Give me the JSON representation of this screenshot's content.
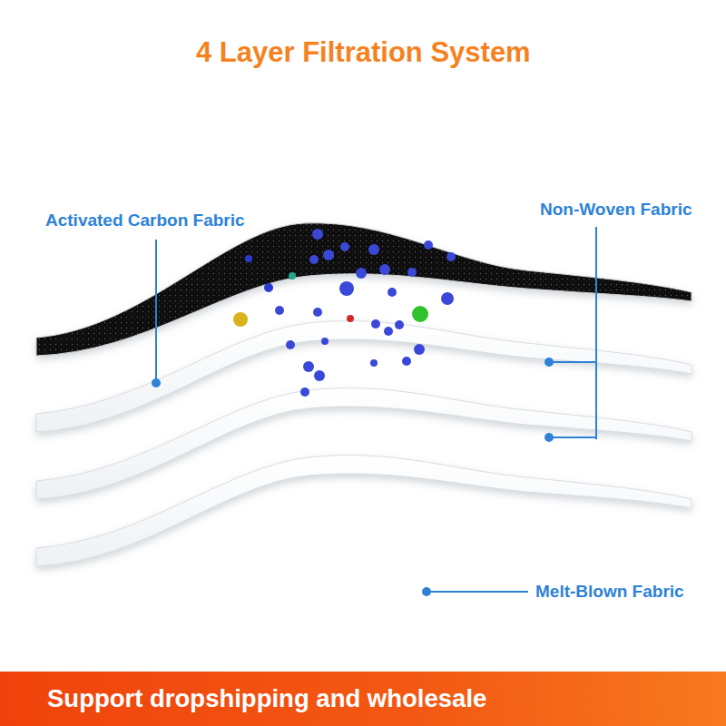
{
  "diagram": {
    "title": "4 Layer Filtration System",
    "nodes": [
      {
        "text": [
          "Support dropshipping and wholesale"
        ]
      }
    ],
    "labels": [
      "Activated Carbon Fabric",
      "Non-Woven Fabric",
      "Melt-Blown Fabric"
    ]
  }
}
